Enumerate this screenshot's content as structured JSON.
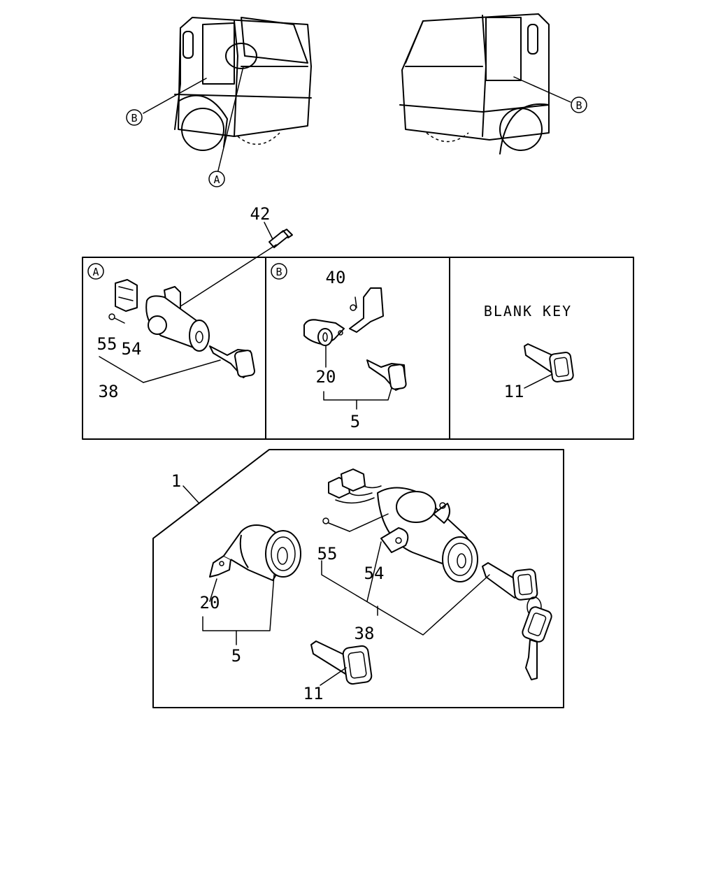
{
  "callouts": {
    "view_a": "A",
    "view_b": "B",
    "detail_a": "A",
    "detail_b": "B",
    "cab_left_b": "B",
    "cab_right_b": "B"
  },
  "panel_c": {
    "title": "BLANK KEY"
  },
  "parts": {
    "p42": "42",
    "p55_a": "55",
    "p54_a": "54",
    "p38_a": "38",
    "p40": "40",
    "p20_b": "20",
    "p5_b": "5",
    "p11_c": "11",
    "p1": "1",
    "p55_kit": "55",
    "p54_kit": "54",
    "p38_kit": "38",
    "p20_kit": "20",
    "p5_kit": "5",
    "p11_kit": "11"
  }
}
